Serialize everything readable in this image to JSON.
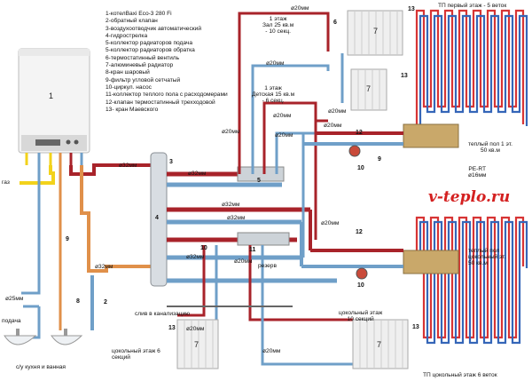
{
  "legend": [
    "1-котелBaxi Eco-3 280 Fi",
    "2-обратный клапан",
    "3-воздухоотводчик автоматический",
    "4-гидрострелка",
    "5-коллектор радиаторов подача",
    "5-коллектор радиаторов обратка",
    "6-термостатинный вентиль",
    "7-алюминевый радиатор",
    "8-кран шаровый",
    "9-фильтр угловой сетчатый",
    "10-циркул. насос",
    "11-коллектор теплого пола с расходомерами",
    "12-клапан термостатинный трехходовой",
    "13- кран Маевского"
  ],
  "rooms": {
    "hall_1": [
      "1 этаж",
      "Зал 25 кв.м",
      "- 10 секц."
    ],
    "kids_1": [
      "1 этаж",
      "Детская 15 кв.м",
      "- 6 секц."
    ],
    "basement_right": [
      "цокольный этаж",
      "10 секций"
    ],
    "basement_left": [
      "цокольный этаж 6",
      "секций"
    ]
  },
  "floors": {
    "tp_first": "ТП первый этаж - 5 веток",
    "tp_first_info": [
      "теплый пол 1 эт.",
      "50 кв.м"
    ],
    "pipe_spec": [
      "PE-RT",
      "ø16мм"
    ],
    "tp_basement_info": [
      "теплый пол",
      "цокольный эт.",
      "50 кв.м"
    ],
    "tp_basement": "ТП цокольный этаж 6 веток"
  },
  "pipes": {
    "d20": "ø20мм",
    "d25": "ø25мм",
    "d32": "ø32мм"
  },
  "labels": {
    "gas": "газ",
    "supply": "подача",
    "reserve": "резерв",
    "drain": "слив в канализацию",
    "bathroom": "с/у кухня и ванная"
  },
  "watermark": "v-teplo.ru",
  "numbers": {
    "n1": "1",
    "n2": "2",
    "n3": "3",
    "n4": "4",
    "n5": "5",
    "n6": "6",
    "n7": "7",
    "n8": "8",
    "n9": "9",
    "n10": "10",
    "n11": "11",
    "n12": "12",
    "n13": "13"
  },
  "colors": {
    "supply": "#a8232a",
    "return": "#6f9fc8",
    "gas": "#f2d21b",
    "hot_water": "#e0904a",
    "floor_red": "#d73434",
    "floor_blue": "#3566b8"
  }
}
